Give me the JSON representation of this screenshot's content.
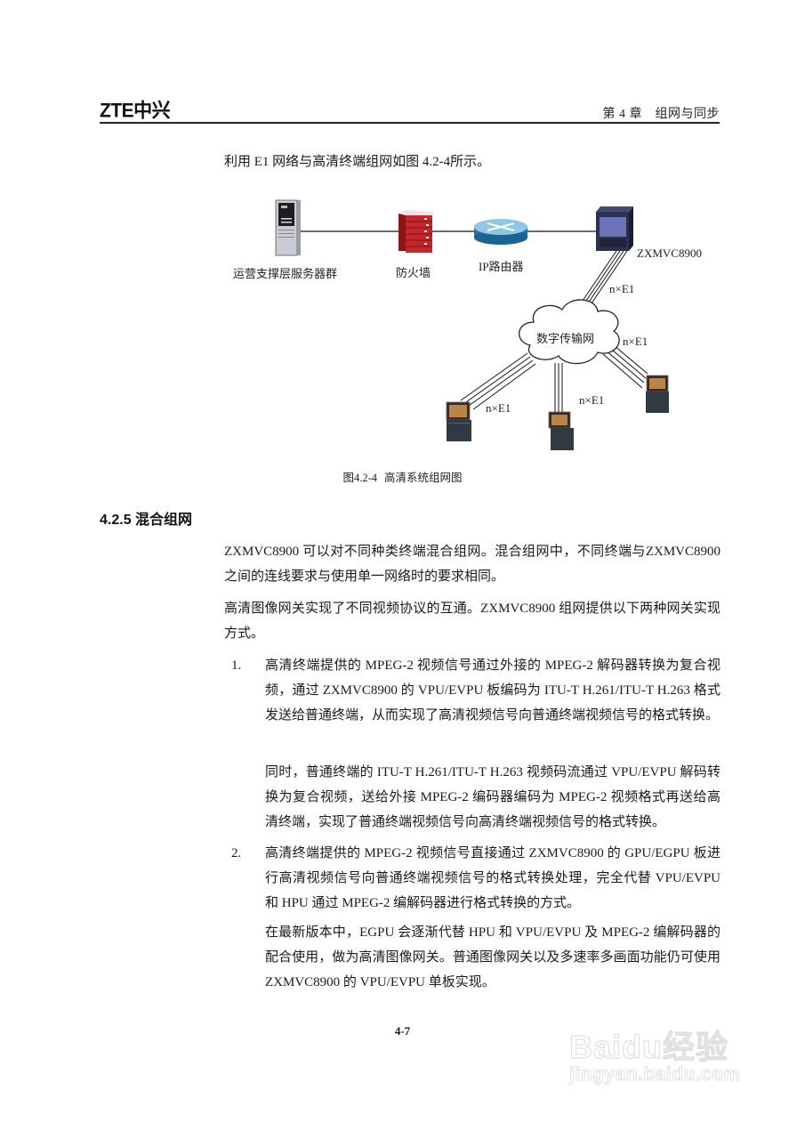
{
  "header": {
    "logo": "ZTE中兴",
    "chapter": "第 4 章　组网与同步"
  },
  "intro": "利用 E1 网络与高清终端组网如图 4.2-4所示。",
  "figure": {
    "nodes": {
      "server": "运营支撑层服务器群",
      "firewall": "防火墙",
      "router": "IP路由器",
      "mcu": "ZXMVC8900",
      "cloud": "数字传输网"
    },
    "links": {
      "mcu_cloud": "n×E1",
      "cloud_right": "n×E1",
      "cloud_left": "n×E1",
      "cloud_middle": "n×E1"
    },
    "caption_num": "图4.2-4",
    "caption_title": "高清系统组网图"
  },
  "section": {
    "title": "4.2.5 混合组网"
  },
  "paragraphs": [
    "ZXMVC8900 可以对不同种类终端混合组网。混合组网中，不同终端与ZXMVC8900 之间的连线要求与使用单一网络时的要求相同。",
    "高清图像网关实现了不同视频协议的互通。ZXMVC8900 组网提供以下两种网关实现方式。"
  ],
  "list": [
    {
      "num": "1.",
      "text": "高清终端提供的 MPEG-2 视频信号通过外接的 MPEG-2 解码器转换为复合视频，通过 ZXMVC8900 的 VPU/EVPU 板编码为 ITU-T H.261/ITU-T H.263 格式发送给普通终端，从而实现了高清视频信号向普通终端视频信号的格式转换。",
      "sub": "同时，普通终端的 ITU-T H.261/ITU-T H.263 视频码流通过 VPU/EVPU 解码转换为复合视频，送给外接 MPEG-2 编码器编码为 MPEG-2 视频格式再送给高清终端，实现了普通终端视频信号向高清终端视频信号的格式转换。"
    },
    {
      "num": "2.",
      "text": "高清终端提供的 MPEG-2 视频信号直接通过 ZXMVC8900 的 GPU/EGPU 板进行高清视频信号向普通终端视频信号的格式转换处理，完全代替 VPU/EVPU 和 HPU 通过 MPEG-2 编解码器进行格式转换的方式。",
      "sub": "在最新版本中，EGPU 会逐渐代替 HPU 和 VPU/EVPU 及 MPEG-2 编解码器的配合使用，做为高清图像网关。普通图像网关以及多速率多画面功能仍可使用 ZXMVC8900 的 VPU/EVPU 单板实现。"
    }
  ],
  "footer": {
    "page": "4-7"
  },
  "watermark": {
    "brand": "Baidu经验",
    "url": "jingyan.baidu.com"
  }
}
